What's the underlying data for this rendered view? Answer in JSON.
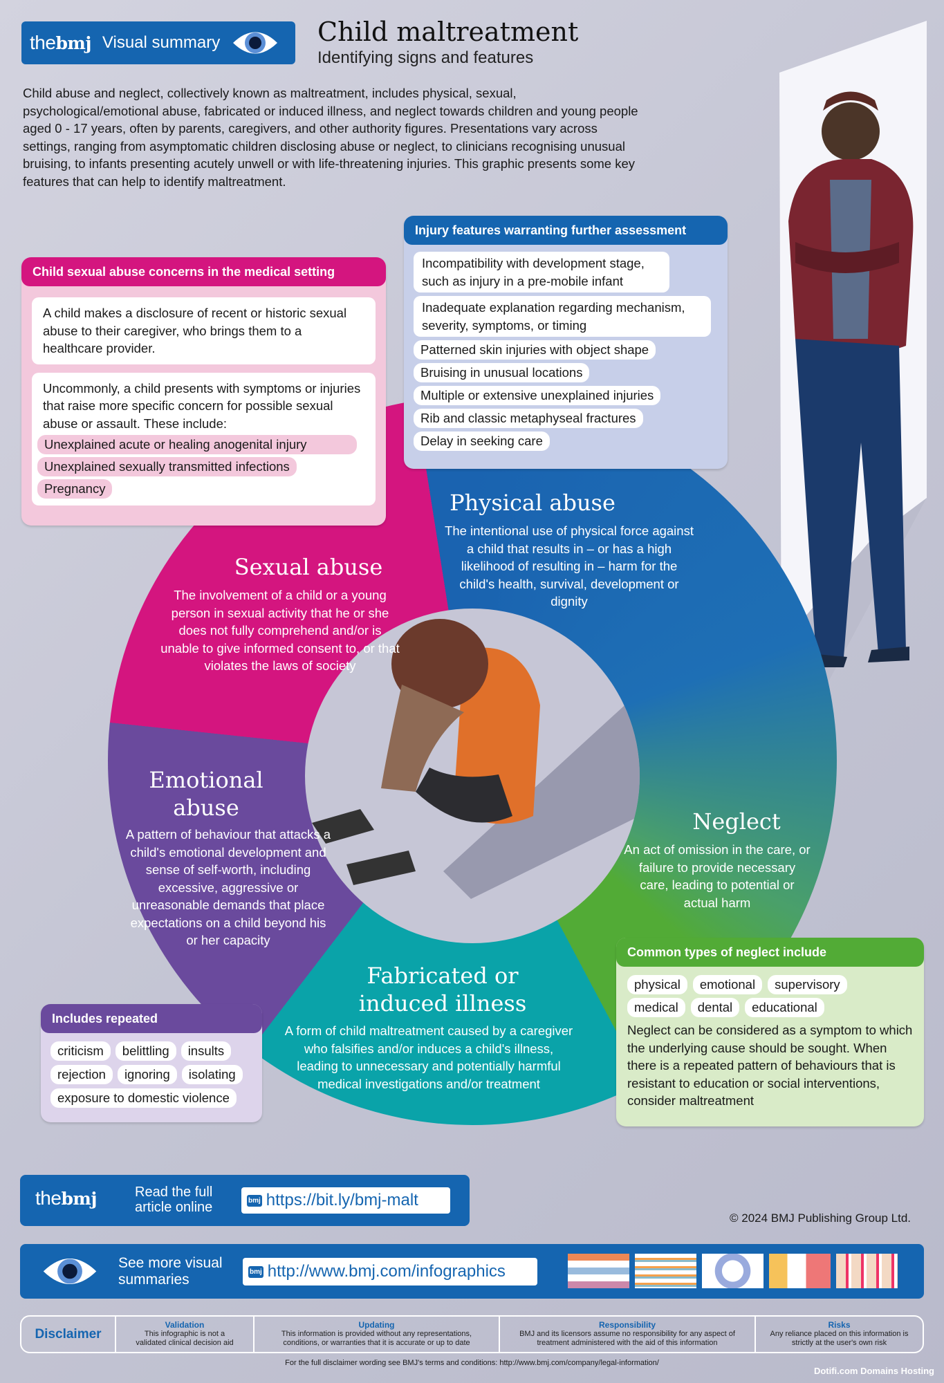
{
  "header": {
    "logo_the": "the",
    "logo_bmj": "bmj",
    "label": "Visual summary",
    "title": "Child maltreatment",
    "subtitle": "Identifying signs and features"
  },
  "intro": "Child abuse and neglect, collectively known as maltreatment, includes physical, sexual, psychological/emotional abuse, fabricated or induced illness, and neglect towards children and young people aged 0 - 17 years, often by parents, caregivers, and other authority figures. Presentations vary across settings, ranging from asymptomatic children disclosing abuse or neglect, to clinicians recognising unusual bruising, to infants presenting acutely unwell or with life-threatening injuries. This graphic presents some key features that can help to identify maltreatment.",
  "colors": {
    "brand": "#1565b0",
    "physical": "#1a63b0",
    "sexual": "#d4157f",
    "emotional": "#6a4a9d",
    "fabricated": "#0aa3a9",
    "neglect": "#52ab36"
  },
  "injury_box": {
    "title": "Injury features warranting further assessment",
    "items": [
      "Incompatibility with development stage, such as injury in a pre-mobile infant",
      "Inadequate explanation regarding mechanism, severity, symptoms, or timing",
      "Patterned skin injuries with object shape",
      "Bruising in unusual locations",
      "Multiple or extensive unexplained injuries",
      "Rib and classic metaphyseal fractures",
      "Delay in seeking care"
    ]
  },
  "sexual_box": {
    "title": "Child sexual abuse concerns in the medical setting",
    "card1": "A child makes a disclosure of recent or historic sexual abuse to their caregiver, who brings them to a healthcare provider.",
    "card2": "Uncommonly, a child presents with symptoms or injuries that raise more specific concern for possible sexual abuse or assault. These include:",
    "items": [
      "Unexplained acute or healing anogenital injury",
      "Unexplained sexually transmitted infections",
      "Pregnancy"
    ]
  },
  "segments": {
    "physical": {
      "title": "Physical abuse",
      "desc": "The intentional use of physical force against a child that results in – or has a high likelihood of resulting in – harm for the child's health, survival, development or dignity"
    },
    "sexual": {
      "title": "Sexual abuse",
      "desc": "The involvement of a child or a young person in sexual activity that he or she does not fully comprehend and/or is unable to give informed consent to, or that violates the laws of society"
    },
    "emotional": {
      "title1": "Emotional",
      "title2": "abuse",
      "desc": "A pattern of behaviour that attacks a child's emotional development and sense of self-worth, including excessive, aggressive or unreasonable demands that place expectations on a child beyond his or her capacity"
    },
    "neglect": {
      "title": "Neglect",
      "desc": "An act of omission in the care, or failure to provide necessary care, leading to potential or actual harm"
    },
    "fabricated": {
      "title1": "Fabricated or",
      "title2": "induced illness",
      "desc": "A form of child maltreatment caused by a caregiver who falsifies and/or induces a child's illness, leading to unnecessary and potentially harmful medical investigations and/or treatment"
    }
  },
  "emotional_box": {
    "title": "Includes repeated",
    "items": [
      "criticism",
      "belittling",
      "insults",
      "rejection",
      "ignoring",
      "isolating",
      "exposure to domestic violence"
    ]
  },
  "neglect_box": {
    "title": "Common types of neglect include",
    "items": [
      "physical",
      "emotional",
      "supervisory",
      "medical",
      "dental",
      "educational"
    ],
    "text": "Neglect can be considered as a symptom to which the underlying cause should be sought. When there is a repeated pattern of behaviours that is resistant to education or social interventions, consider maltreatment"
  },
  "footer": {
    "read_line1": "Read the full",
    "read_line2": "article online",
    "article_url": "https://bit.ly/bmj-malt",
    "copyright": "© 2024 BMJ Publishing Group Ltd.",
    "more_line1": "See more visual",
    "more_line2": "summaries",
    "more_url": "http://www.bmj.com/infographics",
    "bmj_badge": "bmj"
  },
  "disclaimer": {
    "label": "Disclaimer",
    "cols": [
      {
        "h": "Validation",
        "t": "This infographic is not a validated clinical decision aid"
      },
      {
        "h": "Updating",
        "t": "This information is provided without any representations, conditions, or warranties that it is accurate or up to date"
      },
      {
        "h": "Responsibility",
        "t": "BMJ and its licensors assume no responsibility for any aspect of treatment administered with the aid of this information"
      },
      {
        "h": "Risks",
        "t": "Any reliance placed on this information is strictly at the user's own risk"
      }
    ],
    "full": "For the full disclaimer wording see BMJ's terms and conditions: http://www.bmj.com/company/legal-information/"
  },
  "watermark": "Dotifi.com Domains Hosting"
}
